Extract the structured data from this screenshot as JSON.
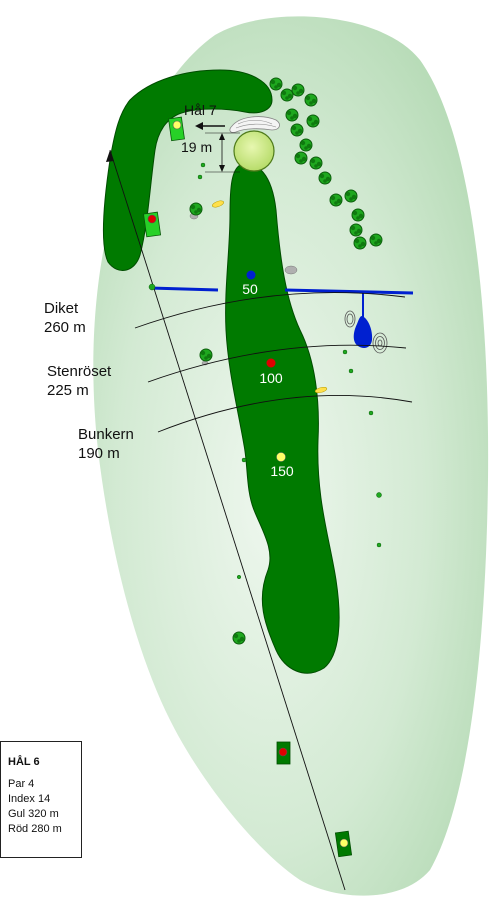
{
  "hole": {
    "title": "HÅL 6",
    "par": "Par 4",
    "index": "Index 14",
    "gul": "Gul 320 m",
    "rod": "Röd 280 m"
  },
  "next_hole": {
    "label": "Hål 7",
    "distance": "19 m"
  },
  "distance_markers": [
    "50",
    "100",
    "150"
  ],
  "hazards": {
    "diket": {
      "name": "Diket",
      "distance": "260 m"
    },
    "stenroset": {
      "name": "Stenröset",
      "distance": "225 m"
    },
    "bunkern": {
      "name": "Bunkern",
      "distance": "190 m"
    }
  },
  "colors": {
    "rough": "#cfe7cf",
    "fairway": "#007a00",
    "green": "#c8e88a",
    "water": "#0020d0",
    "marker_blue": "#0020d0",
    "marker_red": "#e00000",
    "marker_yellow": "#ffff66",
    "tree": "#1fa81f"
  }
}
